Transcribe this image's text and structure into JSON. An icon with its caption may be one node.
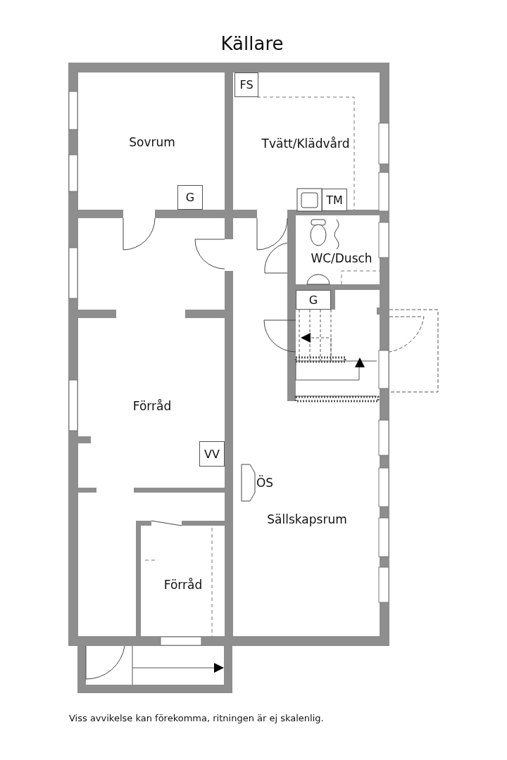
{
  "diagram": {
    "title": "Källare",
    "caption": "Viss avvikelse kan förekomma, ritningen är ej skalenlig.",
    "nodes": [
      {
        "text": [
          "FS"
        ]
      },
      {
        "text": [
          "G"
        ]
      },
      {
        "text": [
          "TM"
        ]
      },
      {
        "text": [
          "G"
        ]
      },
      {
        "text": [
          "VV"
        ]
      }
    ],
    "labels": [
      "Sovrum",
      "Tvätt/Klädvård",
      "WC/Dusch",
      "Förråd",
      "ÖS",
      "Sällskapsrum",
      "Förråd"
    ]
  }
}
